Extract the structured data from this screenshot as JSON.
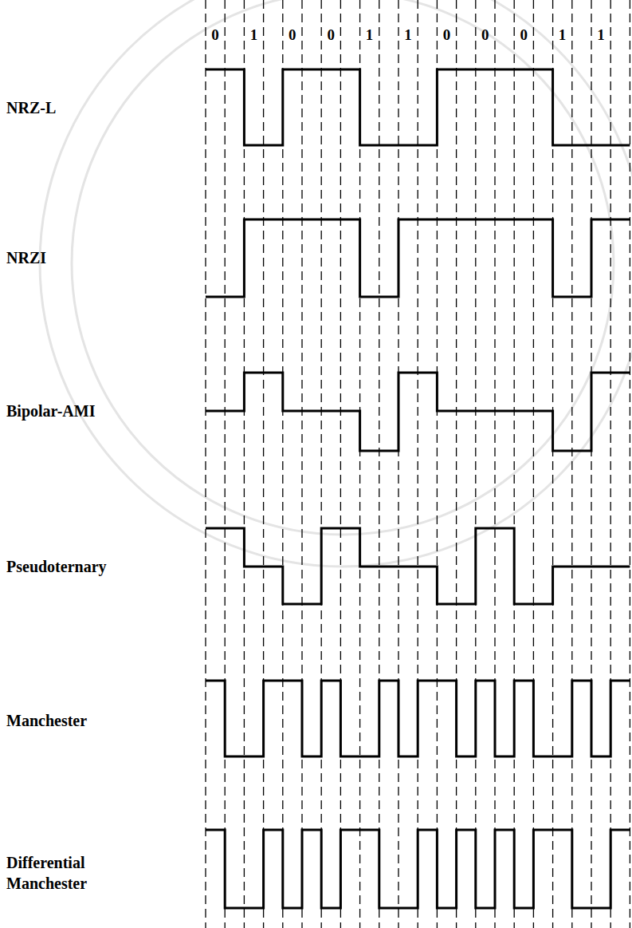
{
  "diagram": {
    "labels": [
      "0",
      "1",
      "0",
      "0",
      "1",
      "1",
      "0",
      "0",
      "0",
      "1",
      "1",
      "NRZ-L",
      "NRZI",
      "Bipolar-AMI",
      "Pseudoternary",
      "Manchester",
      "Differential Manchester"
    ]
  }
}
